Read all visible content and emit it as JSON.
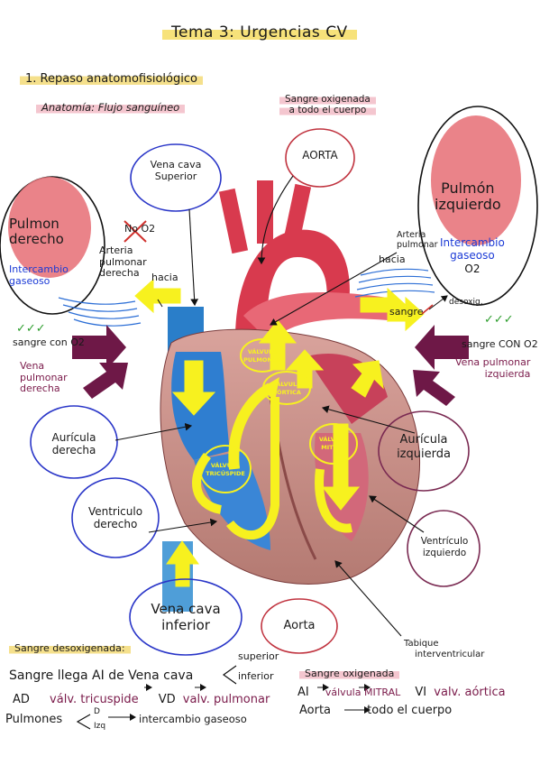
{
  "header": {
    "title": "Tema 3: Urgencias CV",
    "section": "1. Repaso anatomofisiológico",
    "subsection": "Anatomía: Flujo sanguíneo"
  },
  "top_labels": {
    "sangre_oxigenada_1": "Sangre oxigenada",
    "sangre_oxigenada_2": "a todo el cuerpo",
    "aorta_top": "AORTA",
    "vena_cava_superior_1": "Vena cava",
    "vena_cava_superior_2": "Superior"
  },
  "lungs": {
    "right_1": "Pulmon",
    "right_2": "derecho",
    "right_exchange_1": "Intercambio",
    "right_exchange_2": "gaseoso",
    "left_1": "Pulmón",
    "left_2": "izquierdo",
    "left_exchange_1": "Intercambio",
    "left_exchange_2": "gaseoso",
    "left_o2": "O2"
  },
  "left_side": {
    "no_o2": "No O2",
    "arteria_1": "Arteria",
    "arteria_2": "pulmonar",
    "arteria_3": "derecha",
    "hacia": "hacia",
    "checks": "✓✓✓",
    "sangre_con_o2": "sangre con O2",
    "vena_1": "Vena",
    "vena_2": "pulmonar",
    "vena_3": "derecha",
    "auricula_der_1": "Aurícula",
    "auricula_der_2": "derecha",
    "ventriculo_der_1": "Ventriculo",
    "ventriculo_der_2": "derecho"
  },
  "right_side": {
    "arteria_1": "Arteria",
    "arteria_2": "pulmonar",
    "hacia": "hacia",
    "sangre": "sangre",
    "desoxig": "desoxig.",
    "checks": "✓✓✓",
    "sangre_con_o2": "sangre CON O2",
    "vena_1": "Vena pulmonar",
    "vena_2": "izquierda",
    "auricula_izq_1": "Aurícula",
    "auricula_izq_2": "izquierda",
    "ventriculo_izq_1": "Ventrículo",
    "ventriculo_izq_2": "izquierdo",
    "tabique_1": "Tabique",
    "tabique_2": "interventricular"
  },
  "heart_labels": {
    "valvula_pulmonar_1": "VÁLVULA",
    "valvula_pulmonar_2": "PULMONAR",
    "valvula_aortica_1": "VÁLVULA",
    "valvula_aortica_2": "AÓRTICA",
    "valvula_mitral_1": "VÁLVULA",
    "valvula_mitral_2": "MITRAL",
    "valvula_tricuspide_1": "VÁLVULA",
    "valvula_tricuspide_2": "TRICÚSPIDE"
  },
  "bottom_labels": {
    "vena_cava_inf_1": "Vena cava",
    "vena_cava_inf_2": "inferior",
    "aorta_bottom": "Aorta"
  },
  "summary_left": {
    "heading": "Sangre desoxigenada:",
    "line1": "Sangre llega AI de Vena cava",
    "sup": "superior",
    "inf": "inferior",
    "line2_a": "AD",
    "line2_b": "válv. tricuspide",
    "line2_c": "VD",
    "line2_d": "valv. pulmonar",
    "line3_a": "Pulmones",
    "line3_b": "D",
    "line3_c": "Izq",
    "line3_d": "intercambio gaseoso"
  },
  "summary_right": {
    "heading": "Sangre oxigenada",
    "line1_a": "AI",
    "line1_b": "válvula MITRAL",
    "line1_c": "VI",
    "line1_d": "valv. aórtica",
    "line2_a": "Aorta",
    "line2_b": "todo el cuerpo"
  },
  "colors": {
    "lung_pink": "#e8767c",
    "arrow_yellow": "#f7f11f",
    "arrow_maroon": "#6e1847",
    "bubble_blue": "#2a36c8",
    "bubble_red": "#c0333f",
    "bubble_maroon": "#7a2a52"
  }
}
